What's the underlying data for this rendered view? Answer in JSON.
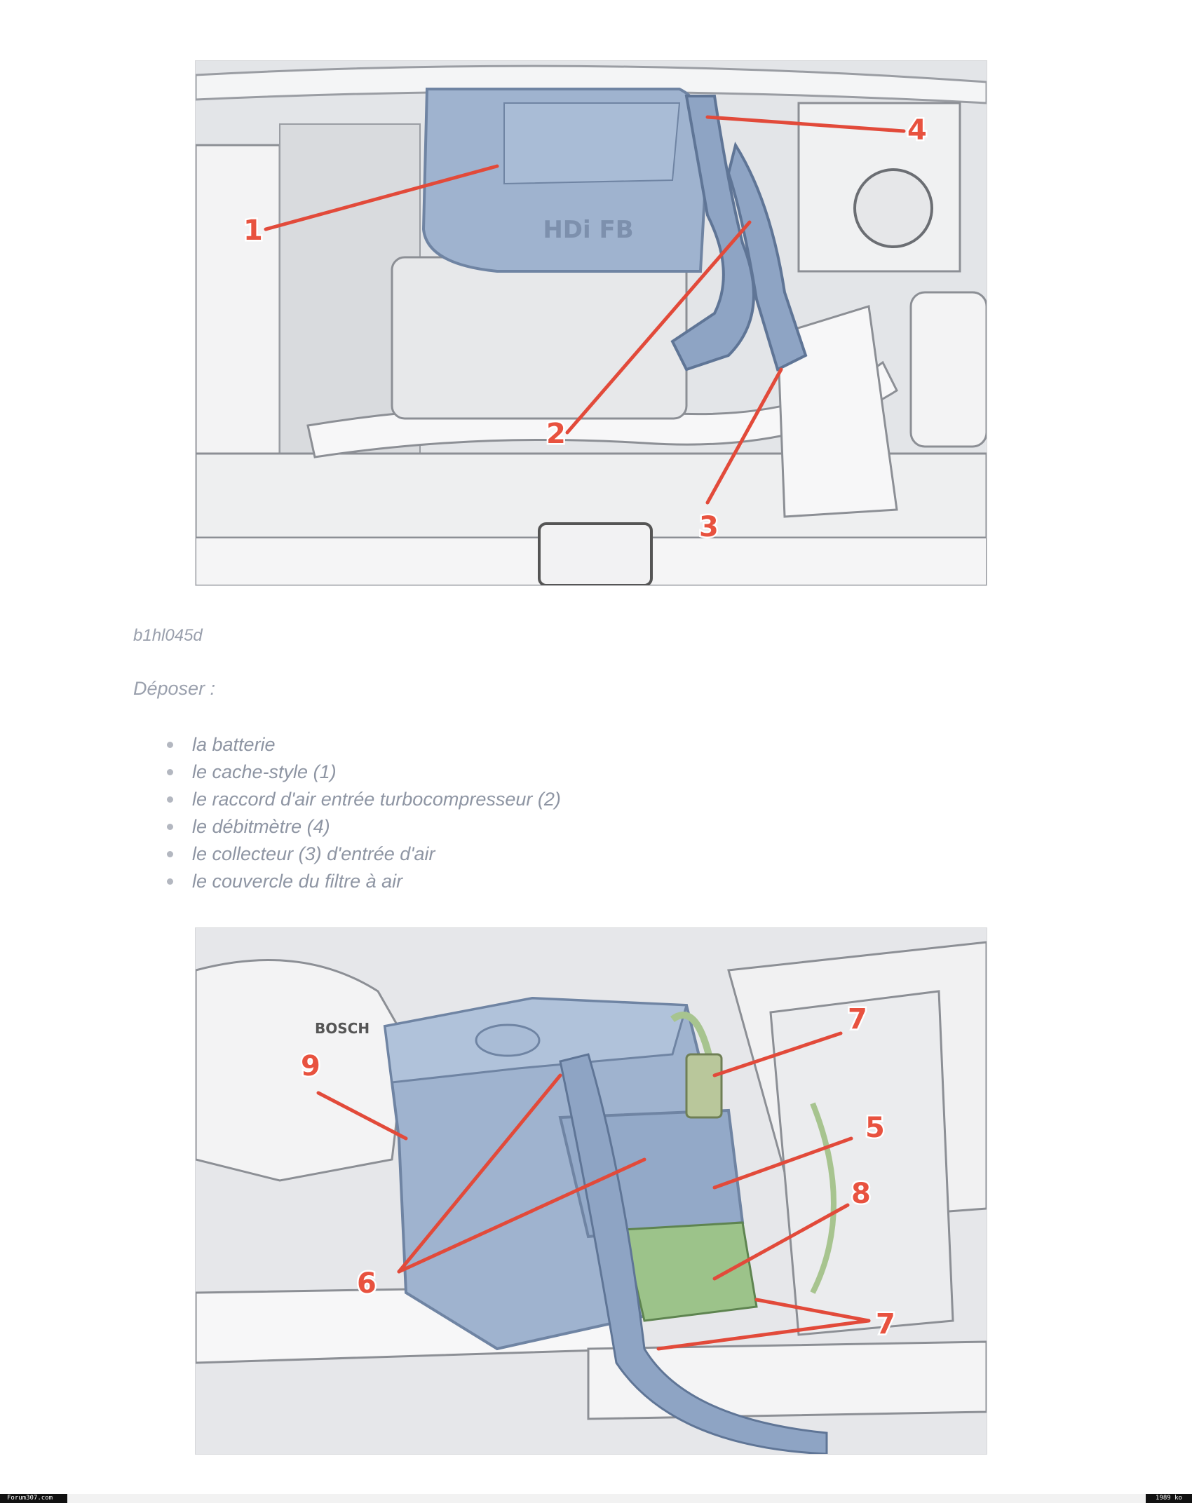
{
  "figure1": {
    "callouts": [
      "1",
      "2",
      "3",
      "4"
    ],
    "cover_text": "HDi FB"
  },
  "caption": "b1hl045d",
  "intro": "Déposer :",
  "steps": [
    "la batterie",
    "le cache-style (1)",
    "le raccord d'air entrée turbocompresseur (2)",
    "le débitmètre (4)",
    "le collecteur (3) d'entrée d'air",
    "le couvercle du filtre à air"
  ],
  "figure2": {
    "callouts": [
      "9",
      "7",
      "5",
      "8",
      "6",
      "7"
    ],
    "brand_text": "BOSCH"
  },
  "footer": {
    "left": "Forum307.com",
    "right": "1989 ko"
  },
  "colors": {
    "part_blue": "#9fb3cf",
    "callout_red": "#e24a3a",
    "text_gray": "#8e95a3"
  }
}
